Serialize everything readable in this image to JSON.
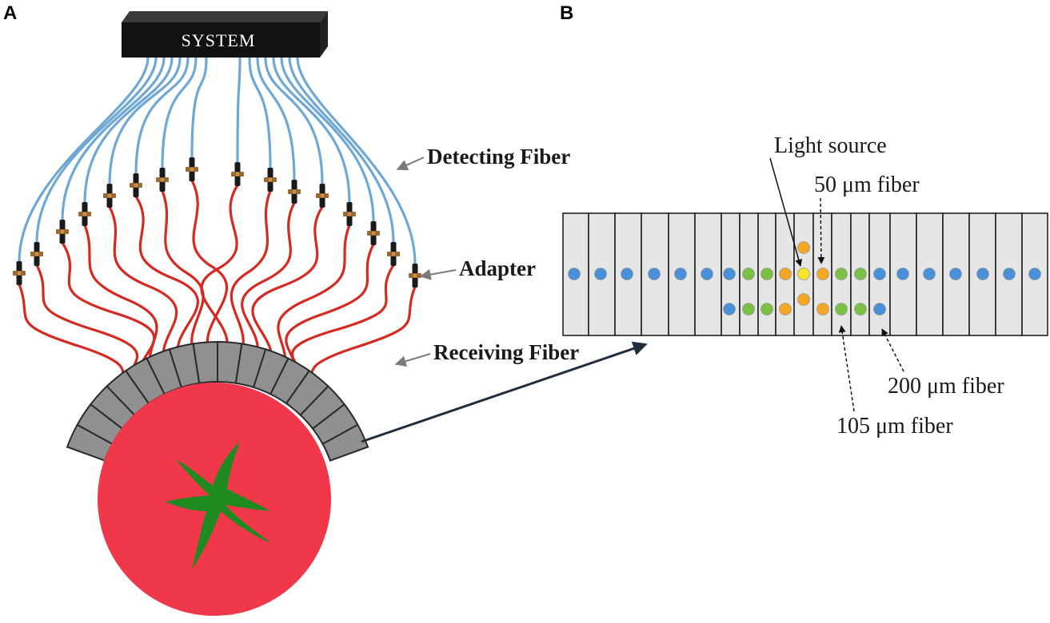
{
  "panels": {
    "a": "A",
    "b": "B"
  },
  "panel_a": {
    "system_label": "SYSTEM",
    "detecting_fiber_label": "Detecting Fiber",
    "adapter_label": "Adapter",
    "receiving_fiber_label": "Receiving Fiber"
  },
  "panel_b": {
    "light_source_label": "Light source",
    "fiber_50_label": "50 μm fiber",
    "fiber_200_label": "200 μm fiber",
    "fiber_105_label": "105 μm fiber"
  },
  "colors": {
    "detecting_fiber": "#6fa8d4",
    "receiving_fiber": "#d42a22",
    "adapter": "#9a6a35",
    "fruit": "#f0384a",
    "calyx": "#1f8a20",
    "probe": "#909090",
    "fiber_200": "#4a90d9",
    "fiber_105": "#7ac143",
    "fiber_50": "#f5a623",
    "light_source": "#f5e62a",
    "panel_cell": "#e6e6e6"
  }
}
